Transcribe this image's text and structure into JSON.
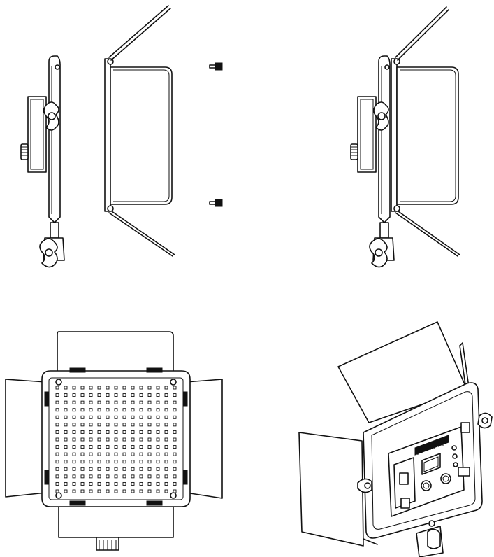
{
  "figure": {
    "views": [
      {
        "id": "side-exploded",
        "icon": "led-panel-side-exploded-view"
      },
      {
        "id": "side-assembled",
        "icon": "led-panel-side-assembled-view"
      },
      {
        "id": "front",
        "icon": "led-panel-front-view",
        "led_grid": {
          "rows": 15,
          "cols": 15
        }
      },
      {
        "id": "rear-perspective",
        "icon": "led-panel-rear-perspective-view"
      }
    ],
    "line_color": "#111111",
    "background": "#ffffff"
  }
}
